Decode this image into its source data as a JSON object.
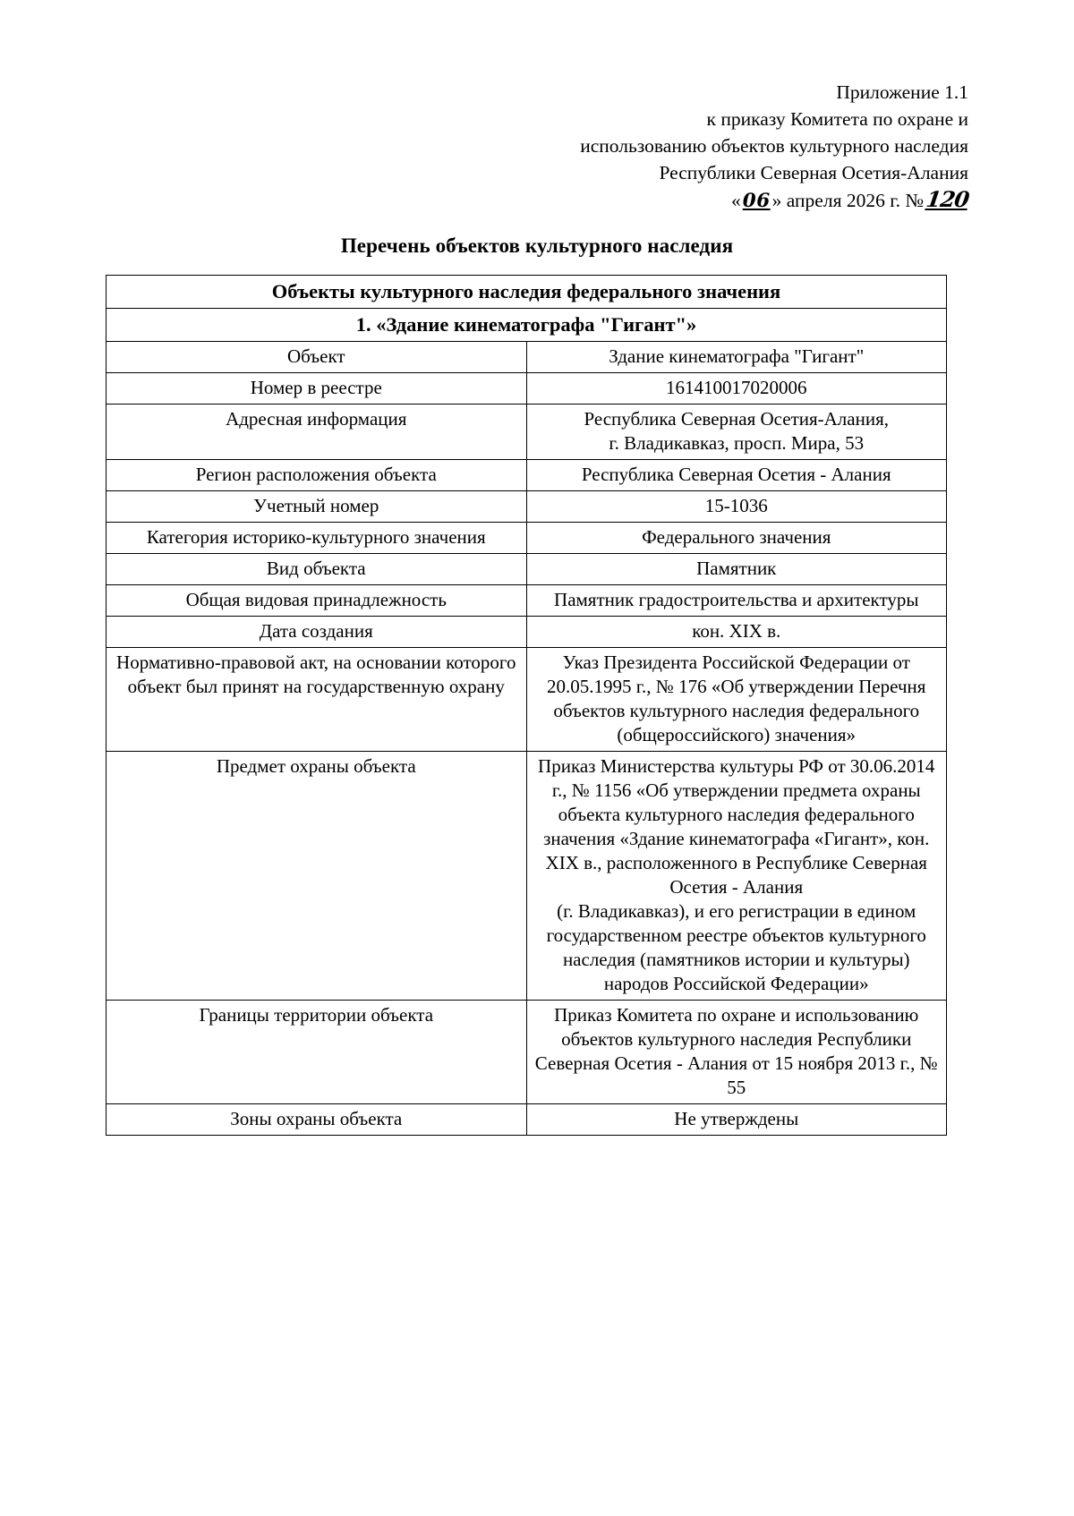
{
  "header": {
    "line1": "Приложение 1.1",
    "line2": "к приказу Комитета по охране и",
    "line3": "использованию объектов культурного наследия",
    "line4": "Республики Северная Осетия-Алания",
    "date_prefix": "«",
    "date_day": "06",
    "date_middle": "» апреля 2026 г. №",
    "date_number": "120"
  },
  "title": "Перечень объектов культурного наследия",
  "table": {
    "section_header": "Объекты культурного наследия федерального значения",
    "item_header": "1. «Здание кинематографа \"Гигант\"»",
    "rows": [
      {
        "label": "Объект",
        "value": "Здание кинематографа \"Гигант\""
      },
      {
        "label": "Номер в реестре",
        "value": "161410017020006"
      },
      {
        "label": "Адресная информация",
        "value": "Республика Северная Осетия-Алания,\nг. Владикавказ, просп. Мира, 53"
      },
      {
        "label": "Регион расположения объекта",
        "value": "Республика Северная Осетия - Алания"
      },
      {
        "label": "Учетный номер",
        "value": "15-1036"
      },
      {
        "label": "Категория историко-культурного значения",
        "value": "Федерального значения"
      },
      {
        "label": "Вид объекта",
        "value": "Памятник"
      },
      {
        "label": "Общая видовая принадлежность",
        "value": "Памятник градостроительства и архитектуры"
      },
      {
        "label": "Дата создания",
        "value": "кон. XIX в."
      },
      {
        "label": "Нормативно-правовой акт, на основании которого объект был принят на государственную охрану",
        "value": "Указ Президента Российской Федерации от 20.05.1995 г., № 176 «Об утверждении Перечня объектов культурного наследия федерального (общероссийского) значения»"
      },
      {
        "label": "Предмет охраны объекта",
        "value": "Приказ Министерства культуры РФ от 30.06.2014 г., № 1156 «Об утверждении предмета охраны объекта культурного наследия федерального значения «Здание кинематографа «Гигант», кон. XIX в., расположенного в Республике Северная Осетия - Алания\n(г. Владикавказ), и его регистрации в едином государственном реестре объектов культурного наследия (памятников истории и культуры) народов Российской Федерации»"
      },
      {
        "label": "Границы территории объекта",
        "value": "Приказ Комитета по охране и использованию объектов культурного наследия Республики Северная Осетия - Алания от 15 ноября 2013 г., № 55"
      },
      {
        "label": "Зоны охраны объекта",
        "value": "Не утверждены"
      }
    ]
  }
}
